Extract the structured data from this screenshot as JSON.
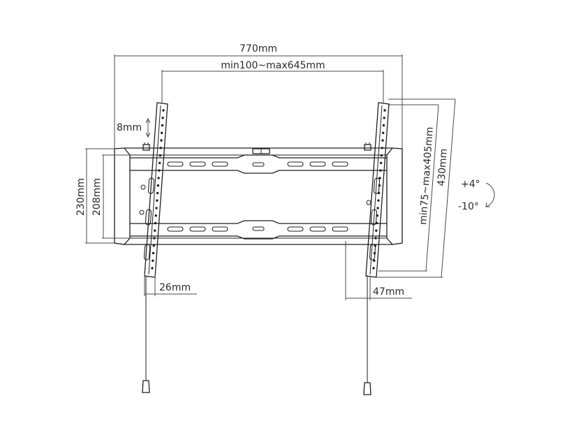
{
  "labels": {
    "overall_width": "770mm",
    "vesa_horizontal": "min100~max645mm",
    "tilt_adjust_step": "8mm",
    "frame_height_outer": "230mm",
    "frame_height_inner": "208mm",
    "vesa_vertical": "min75~max405mm",
    "arm_length": "430mm",
    "tilt_up": "+4°",
    "tilt_down": "-10°",
    "arm_width": "26mm",
    "wall_depth": "47mm"
  },
  "colors": {
    "line": "#1e1e1e",
    "dimension": "#4a4a4a",
    "text": "#2a2a2a",
    "background": "#ffffff"
  }
}
